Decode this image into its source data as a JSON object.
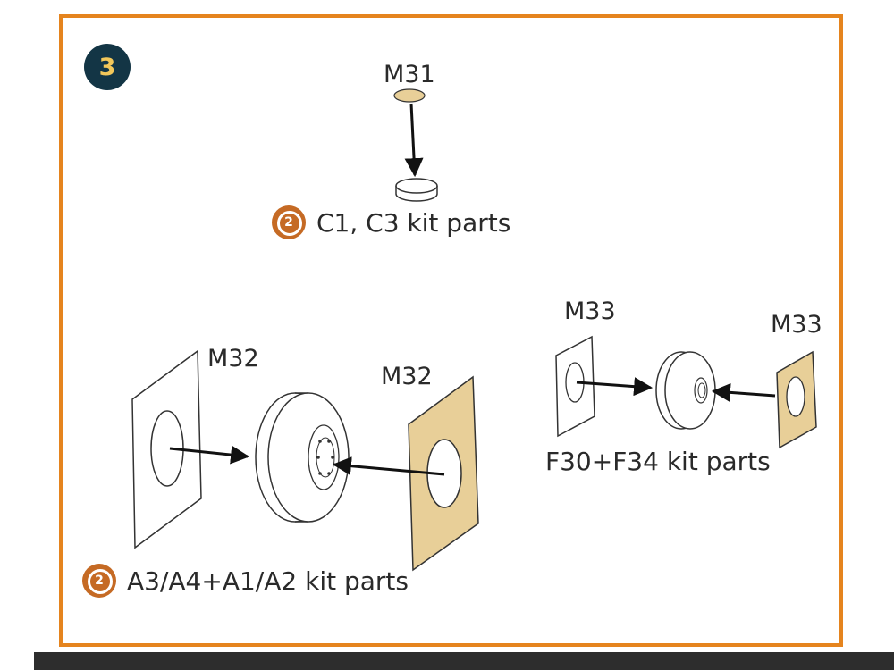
{
  "step": "3",
  "labels": {
    "m31": "M31",
    "m32_clear": "M32",
    "m32_brass": "M32",
    "m33_clear": "M33",
    "m33_brass": "M33"
  },
  "notes": {
    "c1c3": "C1, C3 kit parts",
    "a3a4": "A3/A4+A1/A2 kit parts",
    "f30f34": "F30+F34 kit parts"
  },
  "colors": {
    "frame": "#e5841e",
    "brass": "#e8cf98",
    "badge": "#133545",
    "badge_text": "#f2c75a",
    "kit_icon": "#c56a24"
  },
  "icons": {
    "kit_parts": "kit-parts-icon"
  }
}
